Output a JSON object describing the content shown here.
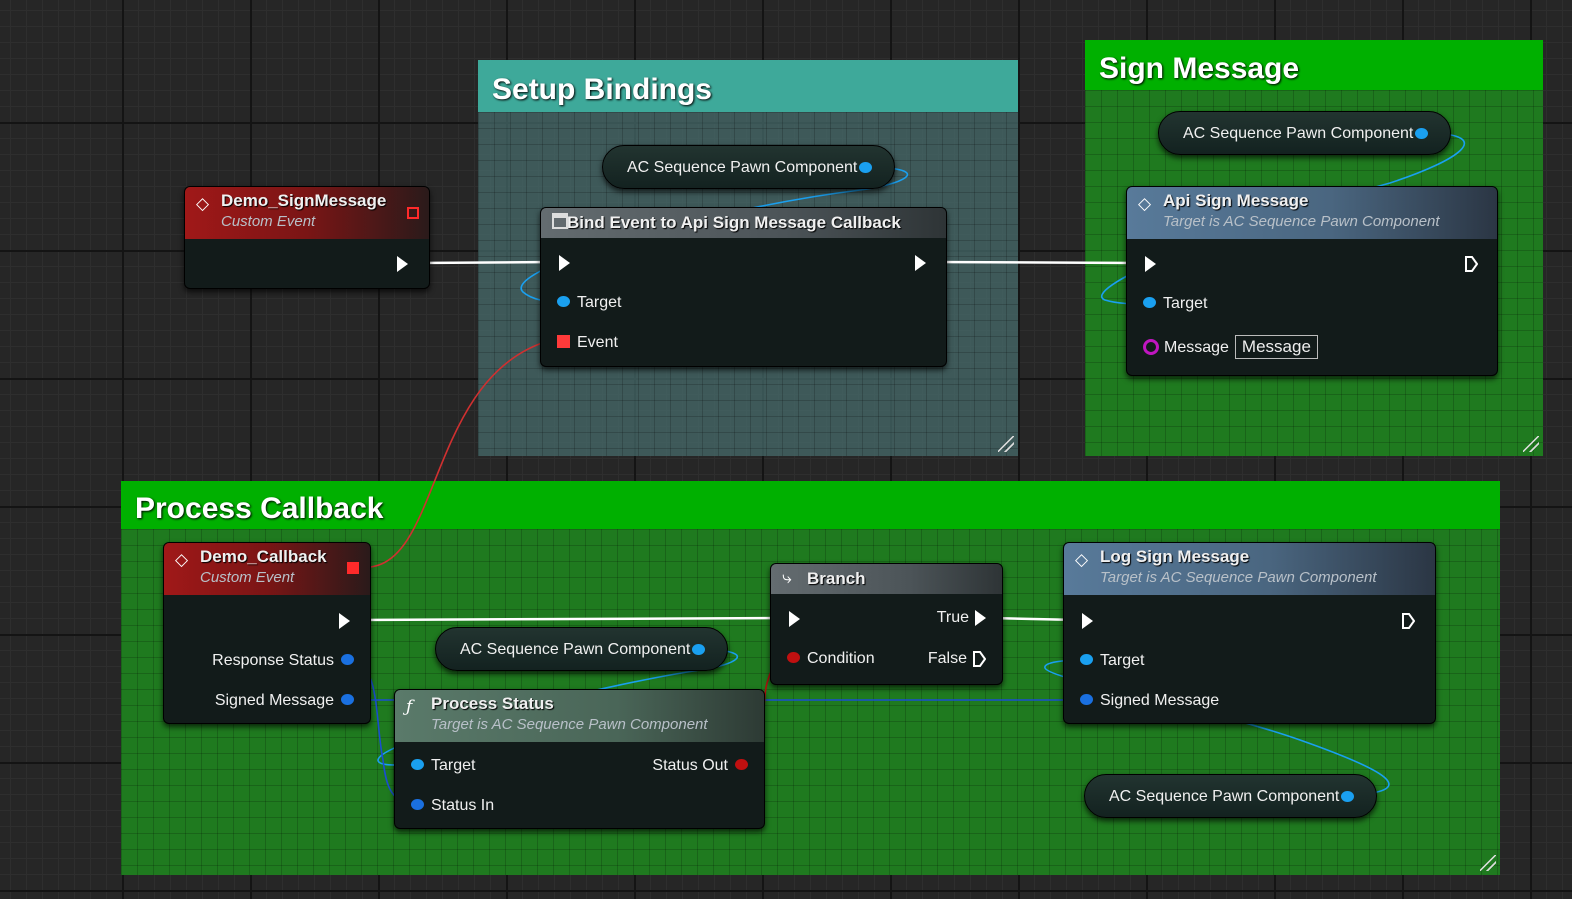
{
  "comments": {
    "setup": {
      "title": "Setup Bindings",
      "color": "#3ea99a"
    },
    "sign": {
      "title": "Sign Message",
      "color": "#00b000"
    },
    "process": {
      "title": "Process Callback",
      "color": "#00b000"
    }
  },
  "nodes": {
    "demo_sign": {
      "title": "Demo_SignMessage",
      "subtitle": "Custom Event",
      "icon": "event-diamond-icon"
    },
    "bind_event": {
      "title": "Bind Event to Api Sign Message Callback",
      "pins": {
        "target": "Target",
        "event": "Event"
      },
      "icon": "function-box-icon"
    },
    "api_sign": {
      "title": "Api Sign Message",
      "subtitle": "Target is AC Sequence Pawn Component",
      "pins": {
        "target": "Target",
        "message": "Message",
        "message_value": "Message"
      },
      "icon": "event-diamond-icon"
    },
    "demo_callback": {
      "title": "Demo_Callback",
      "subtitle": "Custom Event",
      "pins": {
        "response_status": "Response Status",
        "signed_message": "Signed Message"
      },
      "icon": "event-diamond-icon"
    },
    "branch": {
      "title": "Branch",
      "pins": {
        "condition": "Condition",
        "true": "True",
        "false": "False"
      },
      "icon": "branch-icon"
    },
    "log_sign": {
      "title": "Log Sign Message",
      "subtitle": "Target is AC Sequence Pawn Component",
      "pins": {
        "target": "Target",
        "signed_message": "Signed Message"
      },
      "icon": "event-diamond-icon"
    },
    "process_status": {
      "title": "Process Status",
      "subtitle": "Target is AC Sequence Pawn Component",
      "pins": {
        "target": "Target",
        "status_out": "Status Out",
        "status_in": "Status In"
      },
      "icon": "function-f-icon"
    }
  },
  "variables": {
    "pawn_setup": "AC Sequence Pawn Component",
    "pawn_sign": "AC Sequence Pawn Component",
    "pawn_process": "AC Sequence Pawn Component",
    "pawn_log": "AC Sequence Pawn Component"
  },
  "colors": {
    "exec_wire": "#ffffff",
    "object_pin": "#1aa0f0",
    "event_pin": "#ff3a3a",
    "bool_pin": "#c01010",
    "string_pin": "#c016c0"
  }
}
